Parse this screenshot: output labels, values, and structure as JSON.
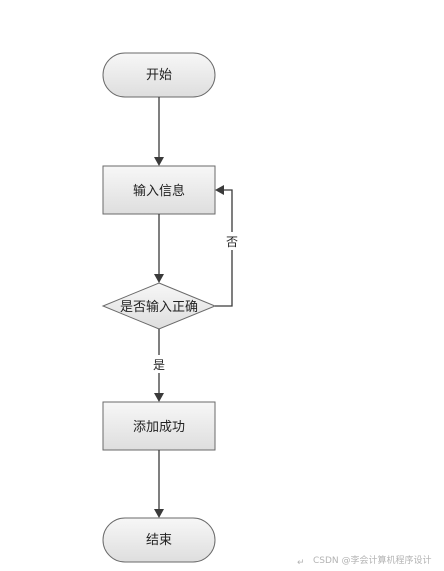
{
  "nodes": {
    "start": "开始",
    "input": "输入信息",
    "decision": "是否输入正确",
    "success": "添加成功",
    "end": "结束"
  },
  "edges": {
    "no": "否",
    "yes": "是"
  },
  "watermark": {
    "text": "CSDN @李会计算机程序设计",
    "mark": "↵"
  },
  "colors": {
    "box_top": "#f7f7f7",
    "box_bottom": "#dedede",
    "border": "#6a6a6a",
    "arrow": "#3a3a3a"
  }
}
